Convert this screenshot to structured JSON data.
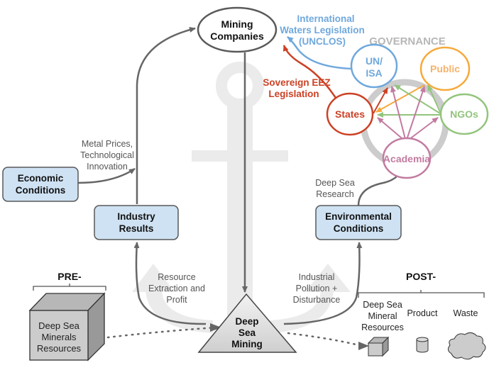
{
  "nodes": {
    "mining_companies": [
      "Mining",
      "Companies"
    ],
    "economic_conditions": [
      "Economic",
      "Conditions"
    ],
    "industry_results": [
      "Industry",
      "Results"
    ],
    "environmental_conditions": [
      "Environmental",
      "Conditions"
    ],
    "deep_sea_mining": [
      "Deep",
      "Sea",
      "Mining"
    ]
  },
  "governance": {
    "title": "GOVERNANCE",
    "un_isa": [
      "UN/",
      "ISA"
    ],
    "public": "Public",
    "states": "States",
    "ngos": "NGOs",
    "academia": "Academia"
  },
  "edge_labels": {
    "international": [
      "International",
      "Waters Legislation",
      "(UNCLOS)"
    ],
    "sovereign": [
      "Sovereign EEZ",
      "Legislation"
    ],
    "metal_prices": [
      "Metal Prices,",
      "Technological",
      "Innovation"
    ],
    "deep_sea_research": [
      "Deep Sea",
      "Research"
    ],
    "resource_extraction": [
      "Resource",
      "Extraction and",
      "Profit"
    ],
    "industrial_pollution": [
      "Industrial",
      "Pollution +",
      "Disturbance"
    ]
  },
  "pre": {
    "title": "PRE-",
    "cube_label": [
      "Deep Sea",
      "Minerals",
      "Resources"
    ]
  },
  "post": {
    "title": "POST-",
    "items": [
      {
        "label": [
          "Deep Sea",
          "Mineral",
          "Resources"
        ],
        "icon": "cube-icon"
      },
      {
        "label": [
          "Product"
        ],
        "icon": "cylinder-icon"
      },
      {
        "label": [
          "Waste"
        ],
        "icon": "cloud-icon"
      }
    ]
  },
  "colors": {
    "un_isa": "#6fa8dc",
    "public": "#f6a93b",
    "states": "#cc4125",
    "ngos": "#93c47d",
    "academia": "#c27ba0",
    "box_fill": "#cfe2f3",
    "arrow": "#666666"
  }
}
